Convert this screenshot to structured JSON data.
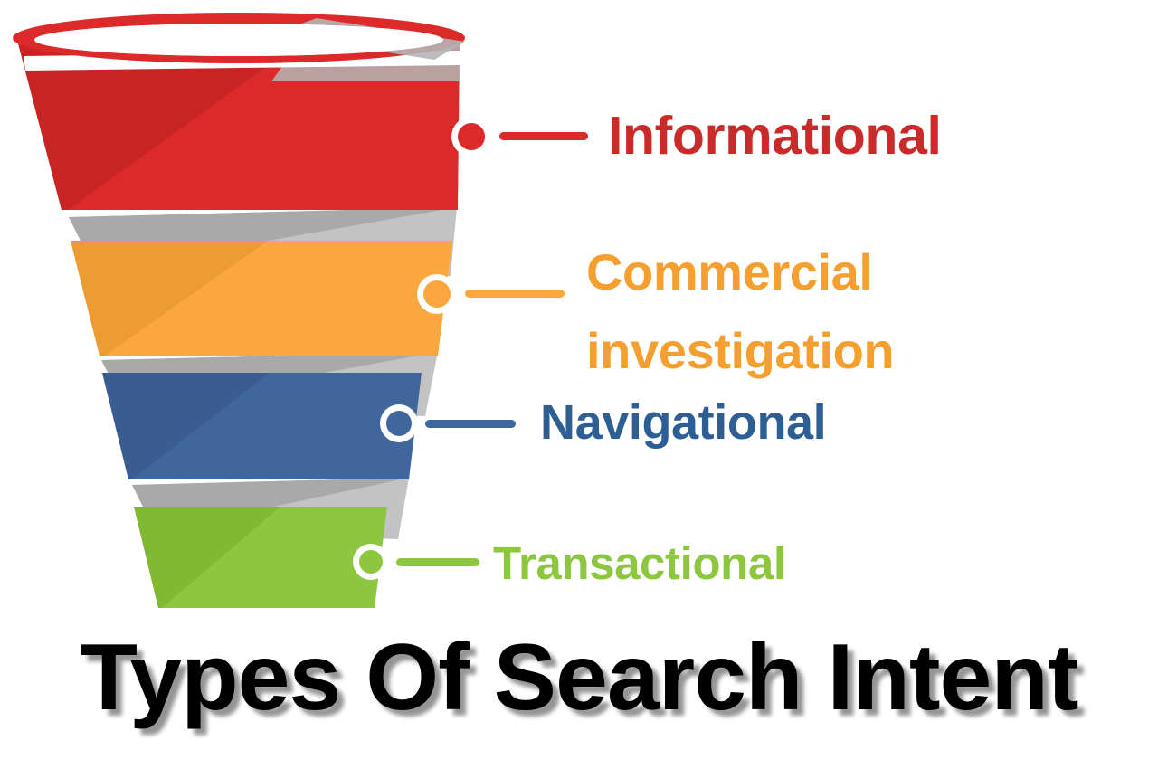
{
  "page": {
    "title": "Types Of Search Intent",
    "background_color": "#ffffff"
  },
  "chart_data": {
    "type": "funnel",
    "title": "Types Of Search Intent",
    "stages": [
      {
        "label": "Informational",
        "color": "#DC2A2A",
        "shade_color": "#C92424",
        "order": 1,
        "marker_name": "marker-dot-informational"
      },
      {
        "label": "Commercial\ninvestigation",
        "label_line1": "Commercial",
        "label_line2": "investigation",
        "color": "#F9A73E",
        "shade_color": "#EC9C32",
        "order": 2,
        "marker_name": "marker-dot-commercial"
      },
      {
        "label": "Navigational",
        "color": "#41669E",
        "shade_color": "#3A5C90",
        "order": 3,
        "marker_name": "marker-dot-navigational"
      },
      {
        "label": "Transactional",
        "color": "#8DC63F",
        "shade_color": "#81B932",
        "order": 4,
        "marker_name": "marker-dot-transactional"
      }
    ],
    "connector_band": {
      "light_color": "#C3C3C3",
      "dark_color": "#A9A9A9"
    },
    "rim": {
      "color": "#DC2A2A",
      "inner_color": "#ffffff",
      "shadow_color": "#B5B5B5"
    },
    "legend_position": "right",
    "grid": false
  }
}
